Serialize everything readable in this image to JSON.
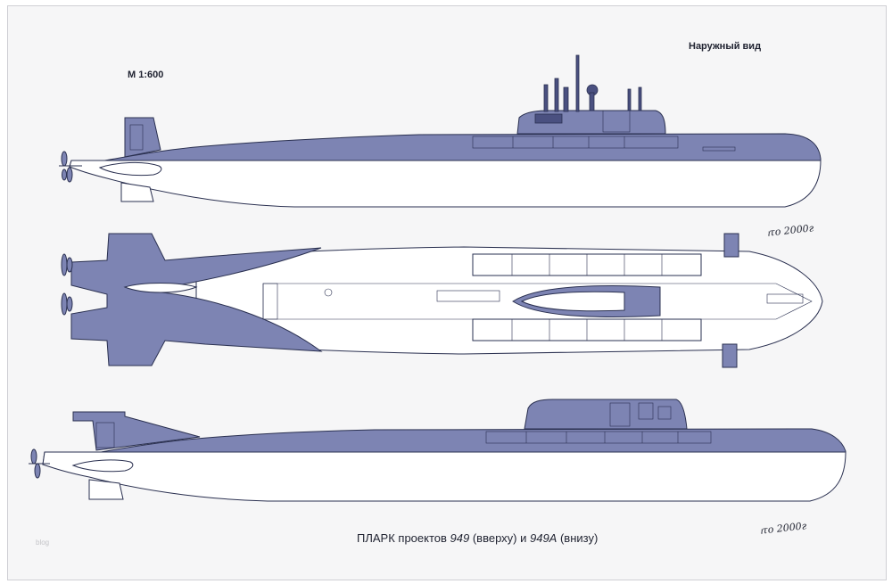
{
  "texts": {
    "view_title": "Наружный вид",
    "scale": "М 1:600",
    "caption_prefix": "ПЛАРК проектов ",
    "caption_949": "949",
    "caption_mid": " (вверху) и ",
    "caption_949a": "949А",
    "caption_suffix": " (внизу)",
    "watermark": "blog"
  },
  "signatures": [
    "ⲓτο 2000г",
    "ⲓτο 2000г"
  ],
  "colors": {
    "hull_fill": "#7d84b3",
    "line": "#2a3050",
    "paper": "#f6f6f7",
    "light_fill": "#ffffff"
  }
}
